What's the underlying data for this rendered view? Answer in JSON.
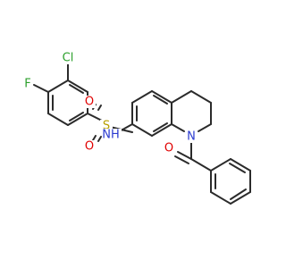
{
  "molecule": {
    "atoms": {
      "cl": "Cl",
      "f": "F",
      "s": "S",
      "o_top": "O",
      "o_bottom": "O",
      "nh": "NH",
      "n": "N",
      "o_carbonyl": "O"
    },
    "colors": {
      "bond": "#2b2b2b",
      "chlorine": "#2ca02c",
      "fluorine": "#2ca02c",
      "sulfur": "#b8a000",
      "oxygen": "#e00000",
      "nitrogen": "#2a3ad0"
    }
  }
}
